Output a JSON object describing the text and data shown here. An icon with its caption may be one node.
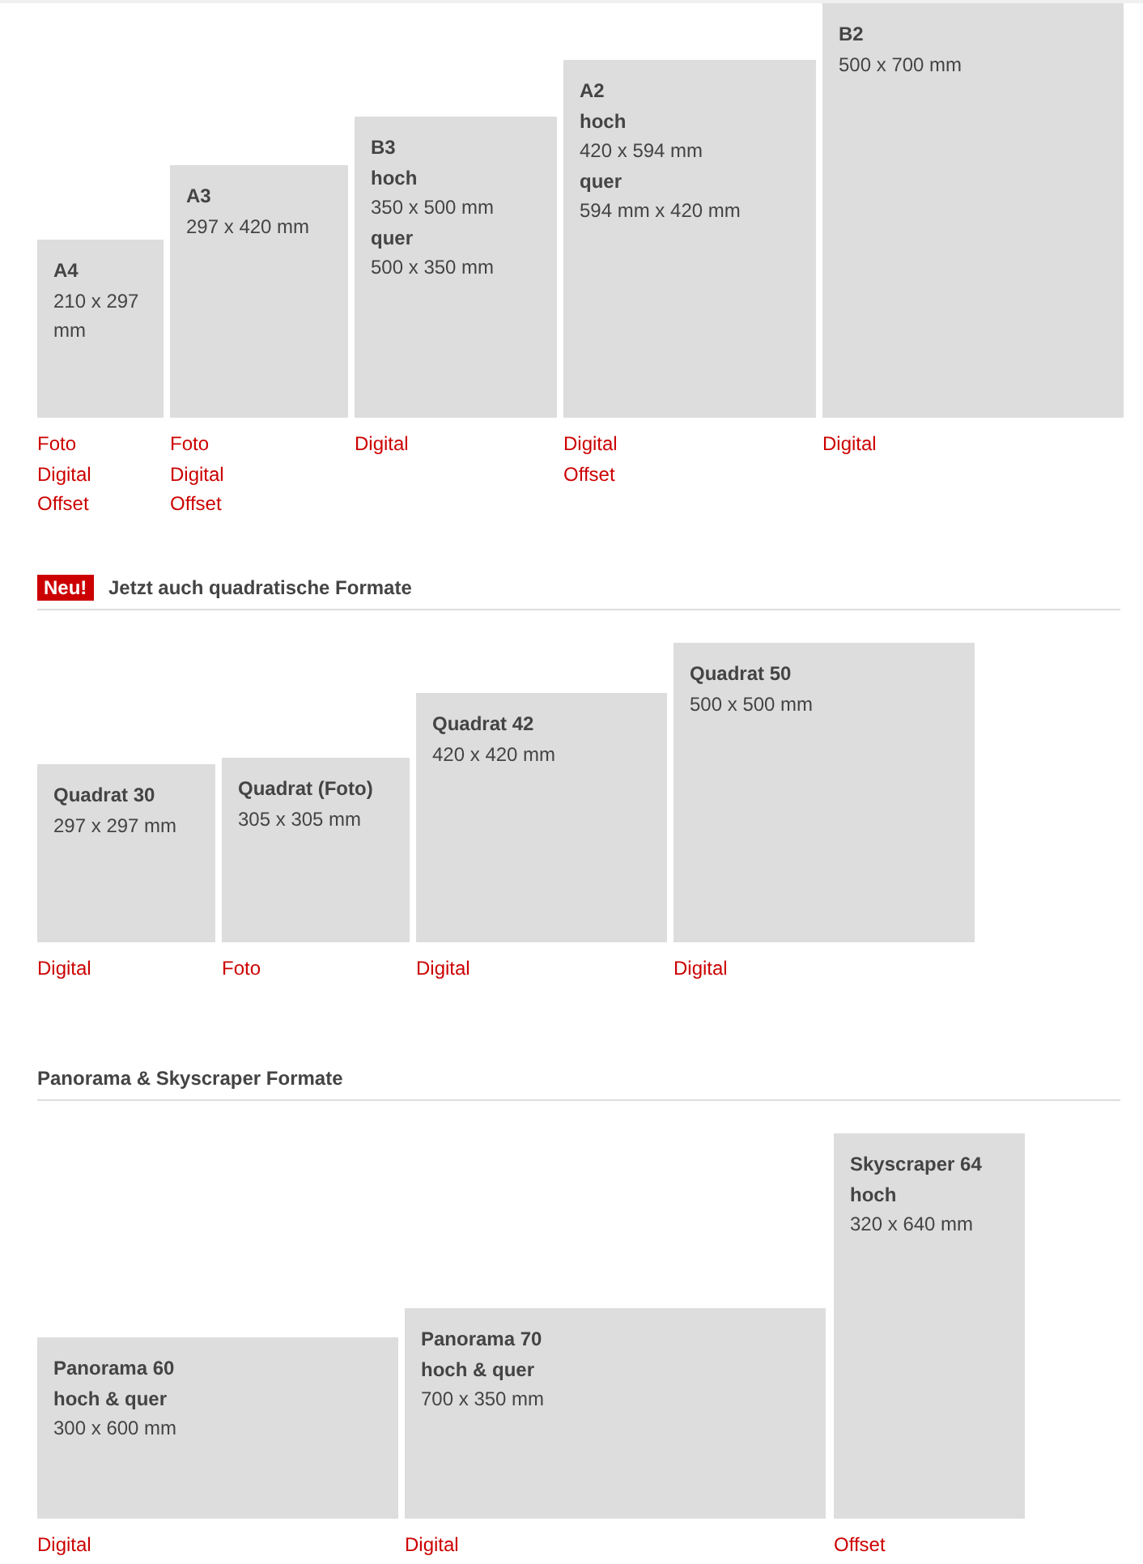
{
  "diagram": {
    "nodes": [
      {
        "text": [
          "A4",
          "210 x 297 mm"
        ],
        "beside": [
          "Foto",
          "Digital",
          "Offset"
        ]
      },
      {
        "text": [
          "A3",
          "297 x 420 mm"
        ],
        "beside": [
          "Foto",
          "Digital",
          "Offset"
        ]
      },
      {
        "text": [
          "B3",
          "hoch",
          "350 x 500 mm",
          "quer",
          "500 x 350 mm"
        ],
        "beside": [
          "Digital"
        ]
      },
      {
        "text": [
          "A2",
          "hoch",
          "420 x 594 mm",
          "quer",
          "594 mm x 420 mm"
        ],
        "beside": [
          "Digital",
          "Offset"
        ]
      },
      {
        "text": [
          "B2",
          "500 x 700 mm"
        ],
        "beside": [
          "Digital"
        ]
      },
      {
        "text": [
          "Quadrat 30",
          "297 x 297 mm"
        ],
        "beside": [
          "Digital"
        ]
      },
      {
        "text": [
          "Quadrat (Foto)",
          "305 x 305 mm"
        ],
        "beside": [
          "Foto"
        ]
      },
      {
        "text": [
          "Quadrat 42",
          "420 x 420 mm"
        ],
        "beside": [
          "Digital"
        ]
      },
      {
        "text": [
          "Quadrat 50",
          "500 x 500 mm"
        ],
        "beside": [
          "Digital"
        ]
      },
      {
        "text": [
          "Panorama 60",
          "hoch & quer",
          "300 x 600 mm"
        ],
        "beside": [
          "Digital"
        ]
      },
      {
        "text": [
          "Panorama 70",
          "hoch & quer",
          "700 x 350 mm"
        ],
        "beside": [
          "Digital"
        ]
      },
      {
        "text": [
          "Skyscraper 64",
          "hoch",
          "320 x 640 mm"
        ],
        "beside": [
          "Offset"
        ]
      }
    ],
    "labels": [
      "Neu!",
      "Jetzt auch quadratische Formate",
      "Panorama & Skyscraper Formate"
    ]
  }
}
